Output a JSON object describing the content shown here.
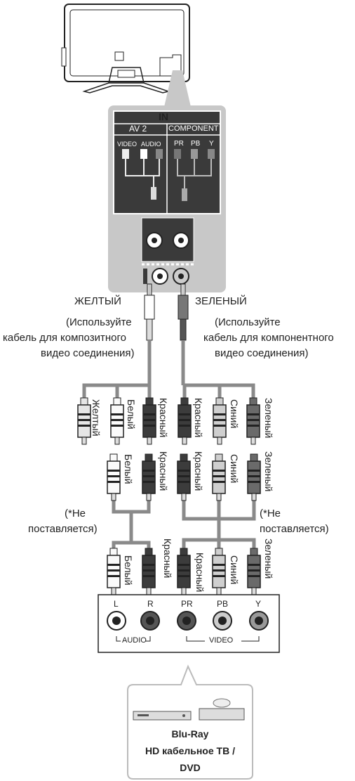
{
  "panel": {
    "title": "IN",
    "av_label": "AV 2",
    "component_label": "COMPONENT",
    "video": "VIDEO",
    "audio": "AUDIO",
    "pr": "PR",
    "pb": "PB",
    "y": "Y"
  },
  "cables": {
    "left_color": "ЖЕЛТЫЙ",
    "right_color": "ЗЕЛЕНЫЙ",
    "left_note_1": "(Используйте",
    "left_note_2": "кабель для композитного",
    "left_note_3": "видео соединения)",
    "right_note_1": "(Используйте",
    "right_note_2": "кабель для компонентного",
    "right_note_3": "видео соединения)"
  },
  "plugs": {
    "yellow": "Желтый",
    "white": "Белый",
    "red": "Красный",
    "blue": "Синий",
    "green": "Зеленый"
  },
  "not_supplied": {
    "line1": "(*Не",
    "line2": "поставляется)"
  },
  "device_panel": {
    "l": "L",
    "r": "R",
    "pr": "PR",
    "pb": "PB",
    "y": "Y",
    "audio": "AUDIO",
    "video": "VIDEO"
  },
  "device": {
    "line1": "Blu-Ray",
    "line2": "HD кабельное ТВ /",
    "line3": "DVD"
  }
}
